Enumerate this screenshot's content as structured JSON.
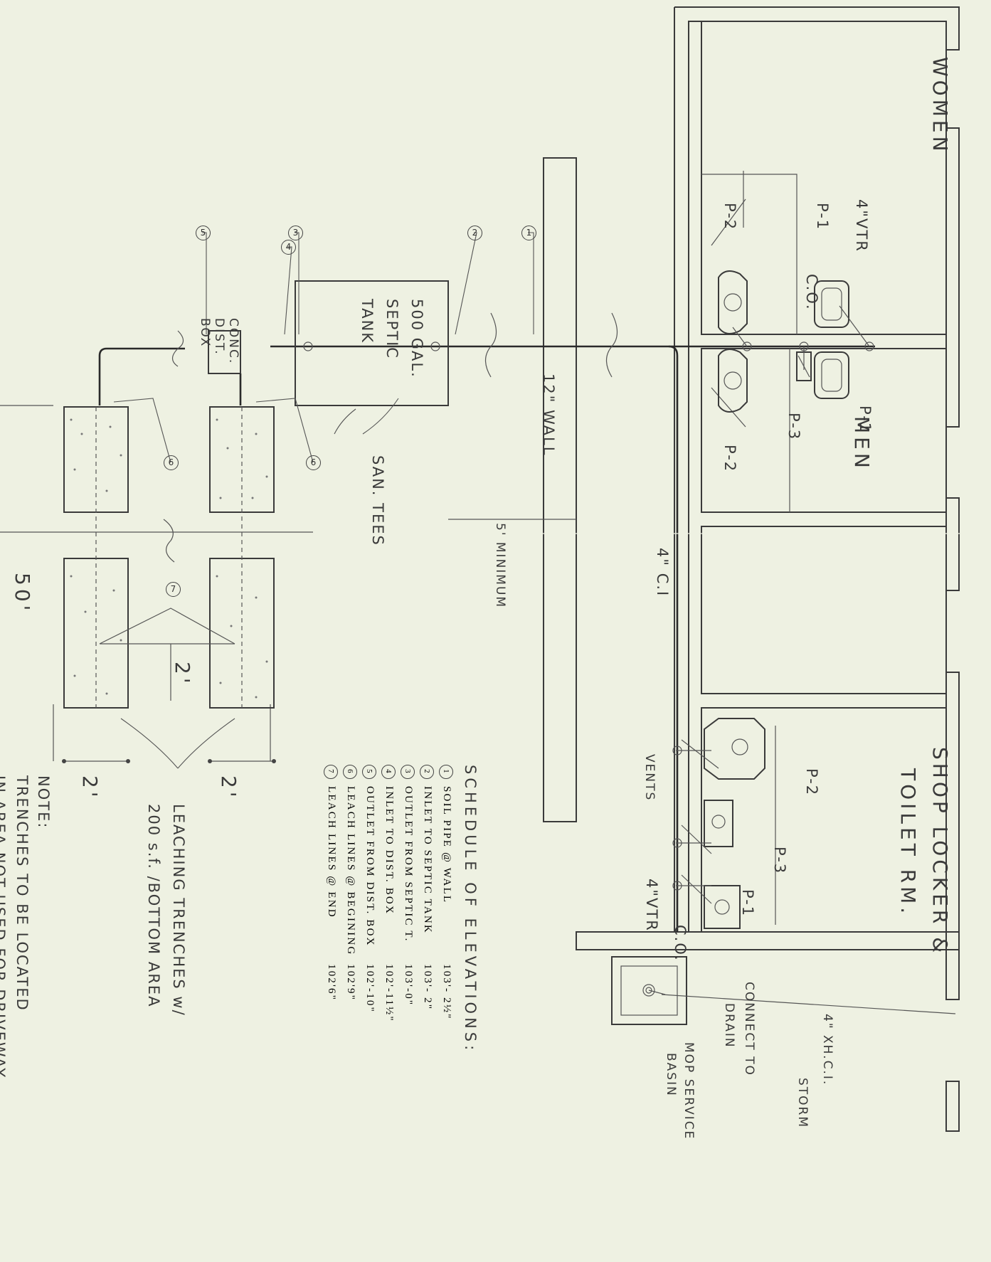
{
  "rooms": {
    "women": "WOMEN",
    "men": "MEN",
    "shop_locker": "SHOP LOCKER &",
    "toilet_rm": "TOILET RM."
  },
  "fixtures": {
    "p1": "P-1",
    "p2": "P-2",
    "p3": "P-3",
    "vtr": "4\"VTR",
    "co": "C.O.",
    "vents": "VENTS",
    "pipe_ci": "4\" C.I",
    "xhci": "4\" XH.C.I.",
    "storm_a": "CONNECT TO",
    "storm_b": "STORM",
    "storm_c": "DRAIN",
    "mop_a": "MOP SERVICE",
    "mop_b": "BASIN"
  },
  "site": {
    "wall": "12\" WALL",
    "tank_a": "500 GAL.",
    "tank_b": "SEPTIC",
    "tank_c": "TANK",
    "dist_a": "CONC.",
    "dist_b": "DIST.",
    "dist_c": "BOX",
    "san_tees": "SAN. TEES",
    "min5": "5' MINIMUM",
    "dim2": "2'",
    "dim50": "50'",
    "leach_a": "LEACHING TRENCHES w/",
    "leach_b": "200 s.f. /BOTTOM AREA"
  },
  "bubbles": {
    "b1": "1",
    "b2": "2",
    "b3": "3",
    "b4": "4",
    "b5": "5",
    "b6": "6",
    "b7": "7"
  },
  "schedule": {
    "title": "SCHEDULE OF ELEVATIONS:",
    "rows": [
      {
        "num": "1",
        "text": "SOIL PIPE @ WALL",
        "value": "103'- 2½\""
      },
      {
        "num": "2",
        "text": "INLET TO SEPTIC TANK",
        "value": "103'- 2\""
      },
      {
        "num": "3",
        "text": "OUTLET FROM SEPTIC T.",
        "value": "103'-0\""
      },
      {
        "num": "4",
        "text": "INLET TO DIST. BOX",
        "value": "102'-11½\""
      },
      {
        "num": "5",
        "text": "OUTLET FROM DIST. BOX",
        "value": "102'-10\""
      },
      {
        "num": "6",
        "text": "LEACH LINES @ BEGINING",
        "value": "102'9\""
      },
      {
        "num": "7",
        "text": "LEACH LINES @ END",
        "value": "102'6\""
      }
    ]
  },
  "note": {
    "title": "NOTE:",
    "line1": "TRENCHES TO BE LOCATED",
    "line2": "IN AREA NOT USED FOR DRIVEWAY"
  }
}
